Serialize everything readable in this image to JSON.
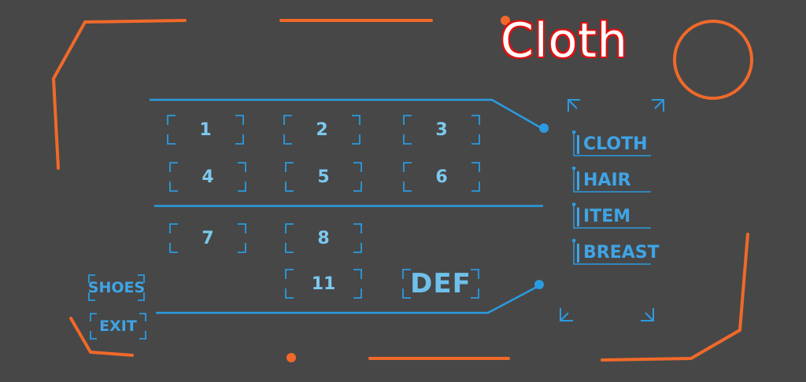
{
  "title": "Cloth",
  "slots": [
    {
      "label": "1"
    },
    {
      "label": "2"
    },
    {
      "label": "3"
    },
    {
      "label": "4"
    },
    {
      "label": "5"
    },
    {
      "label": "6"
    },
    {
      "label": "7"
    },
    {
      "label": "8"
    },
    {
      "label": "11"
    },
    {
      "label": "DEF"
    }
  ],
  "categories": [
    {
      "label": "CLOTH"
    },
    {
      "label": "HAIR"
    },
    {
      "label": "ITEM"
    },
    {
      "label": "BREAST"
    }
  ],
  "side_buttons": {
    "shoes": "SHOES",
    "exit": "EXIT"
  },
  "colors": {
    "accent_orange": "#f0692a",
    "accent_blue": "#2a9be0",
    "text_blue": "#7cc8ef",
    "background": "#474747"
  }
}
